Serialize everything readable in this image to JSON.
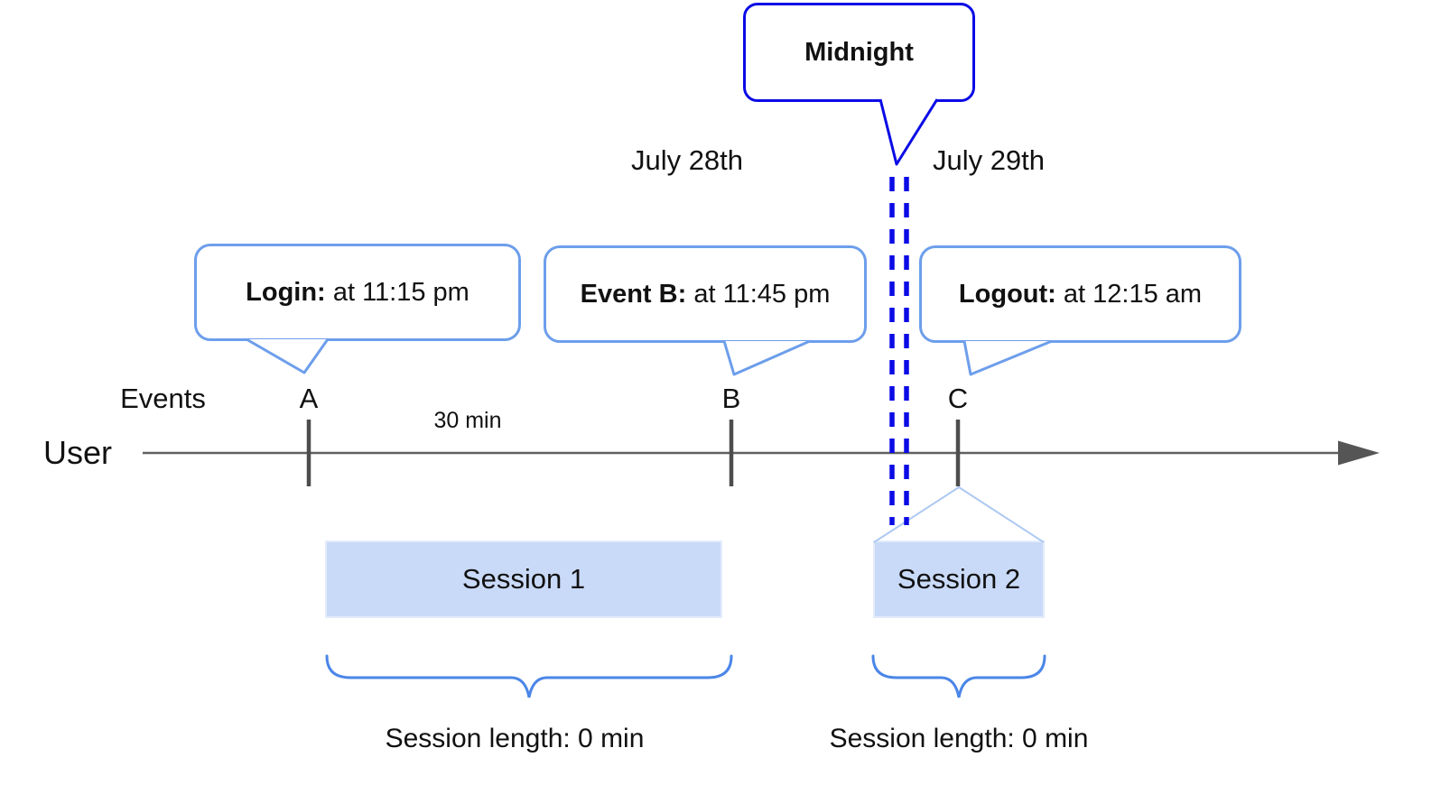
{
  "palette": {
    "dark_blue": "#0b0be6",
    "callout_border_blue": "#6d9eeb",
    "session_fill": "#c9daf8",
    "brace_blue": "#4b86e8",
    "roof_light_blue": "#aec9f3",
    "axis_gray": "#606060",
    "tick_gray": "#4d4d4d"
  },
  "midnight_callout": {
    "label": "Midnight"
  },
  "dates": {
    "before_midnight": "July 28th",
    "after_midnight": "July 29th"
  },
  "callouts": {
    "login": {
      "title": "Login:",
      "detail": "at 11:15 pm"
    },
    "event_b": {
      "title": "Event B:",
      "detail": "at 11:45 pm"
    },
    "logout": {
      "title": "Logout:",
      "detail": "at 12:15 am"
    }
  },
  "timeline": {
    "events_label": "Events",
    "user_label": "User",
    "interval_label": "30 min",
    "markers": {
      "a": "A",
      "b": "B",
      "c": "C"
    }
  },
  "sessions": {
    "session1": {
      "label": "Session 1",
      "length_label": "Session length: 0 min"
    },
    "session2": {
      "label": "Session 2",
      "length_label": "Session length: 0 min"
    }
  }
}
